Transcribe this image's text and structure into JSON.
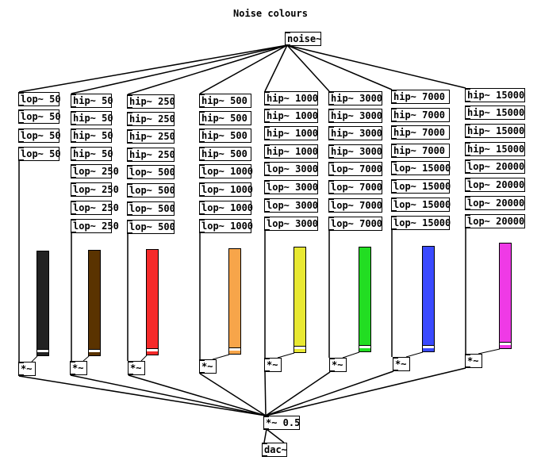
{
  "title": "Noise colours",
  "noise": "noise~",
  "output_mul": "*~ 0.5",
  "dac": "dac~",
  "mul_label": "*~",
  "columns": [
    {
      "filters": [
        "lop~ 50",
        "lop~ 50",
        "lop~ 50",
        "lop~ 50"
      ],
      "color": "#222222",
      "level": 0.97
    },
    {
      "filters": [
        "hip~ 50",
        "hip~ 50",
        "hip~ 50",
        "hip~ 50",
        "lop~ 250",
        "lop~ 250",
        "lop~ 250",
        "lop~ 250"
      ],
      "color": "#5a3300",
      "level": 0.97
    },
    {
      "filters": [
        "hip~ 250",
        "hip~ 250",
        "hip~ 250",
        "hip~ 250",
        "lop~ 500",
        "lop~ 500",
        "lop~ 500",
        "lop~ 500"
      ],
      "color": "#f52a2a",
      "level": 0.97
    },
    {
      "filters": [
        "hip~ 500",
        "hip~ 500",
        "hip~ 500",
        "hip~ 500",
        "lop~ 1000",
        "lop~ 1000",
        "lop~ 1000",
        "lop~ 1000"
      ],
      "color": "#f7a54a",
      "level": 0.97
    },
    {
      "filters": [
        "hip~ 1000",
        "hip~ 1000",
        "hip~ 1000",
        "hip~ 1000",
        "lop~ 3000",
        "lop~ 3000",
        "lop~ 3000",
        "lop~ 3000"
      ],
      "color": "#e8e832",
      "level": 0.97
    },
    {
      "filters": [
        "hip~ 3000",
        "hip~ 3000",
        "hip~ 3000",
        "hip~ 3000",
        "lop~ 7000",
        "lop~ 7000",
        "lop~ 7000",
        "lop~ 7000"
      ],
      "color": "#22dd22",
      "level": 0.97
    },
    {
      "filters": [
        "hip~ 7000",
        "hip~ 7000",
        "hip~ 7000",
        "hip~ 7000",
        "lop~ 15000",
        "lop~ 15000",
        "lop~ 15000",
        "lop~ 15000"
      ],
      "color": "#3a4aff",
      "level": 0.97
    },
    {
      "filters": [
        "hip~ 15000",
        "hip~ 15000",
        "hip~ 15000",
        "hip~ 15000",
        "lop~ 20000",
        "lop~ 20000",
        "lop~ 20000",
        "lop~ 20000"
      ],
      "color": "#ef3ae6",
      "level": 0.97
    }
  ]
}
